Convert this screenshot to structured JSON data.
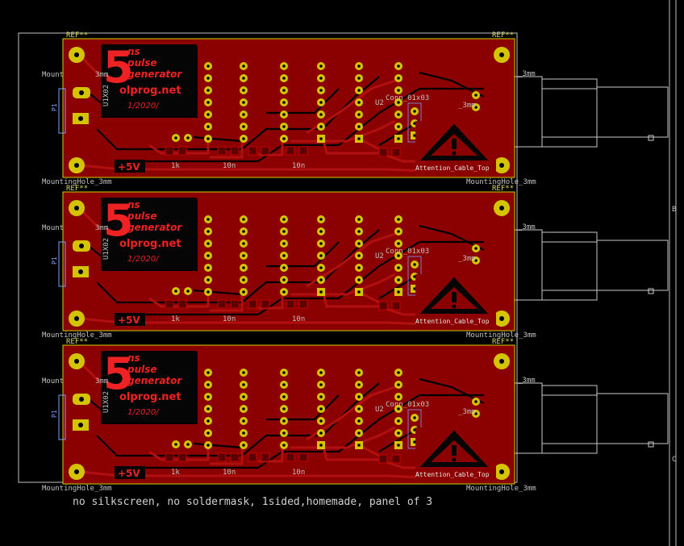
{
  "theme": {
    "background": "#000000",
    "copper": "#8b0000",
    "copper_bright": "#b01010",
    "pad": "#d4c400",
    "outline": "#d0d000",
    "frame": "#c0c0c0",
    "silk": "#ee2222"
  },
  "note": "no silkscreen, no soldermask, 1sided,homemade, panel of 3",
  "frame_letters": [
    "B",
    "C"
  ],
  "board": {
    "logo_number": "5",
    "logo_lines": [
      "ns",
      "pulse",
      "generator"
    ],
    "logo_site": "olprog.net",
    "logo_date": "1/2020/",
    "power_label": "+5V",
    "warning_label": "Attention_Cable_Top",
    "conn_label": "Conn_01x03",
    "ref_top": "REF**",
    "ref_p1": "P1",
    "ref_u2": "U2",
    "ref_ic": "U1X02",
    "hole_3mm": "3mm",
    "hole_3mm_label": "_3mm",
    "ref_r": "1k",
    "ref_r2": "10n",
    "mount_left": "Mount",
    "mount_bottom_left": "MountingHole_3mm",
    "mount_bottom_right": "MountingHole_3mm"
  },
  "icons": [
    "warning-triangle-icon",
    "bnc-connector-icon",
    "mounting-hole-icon"
  ]
}
